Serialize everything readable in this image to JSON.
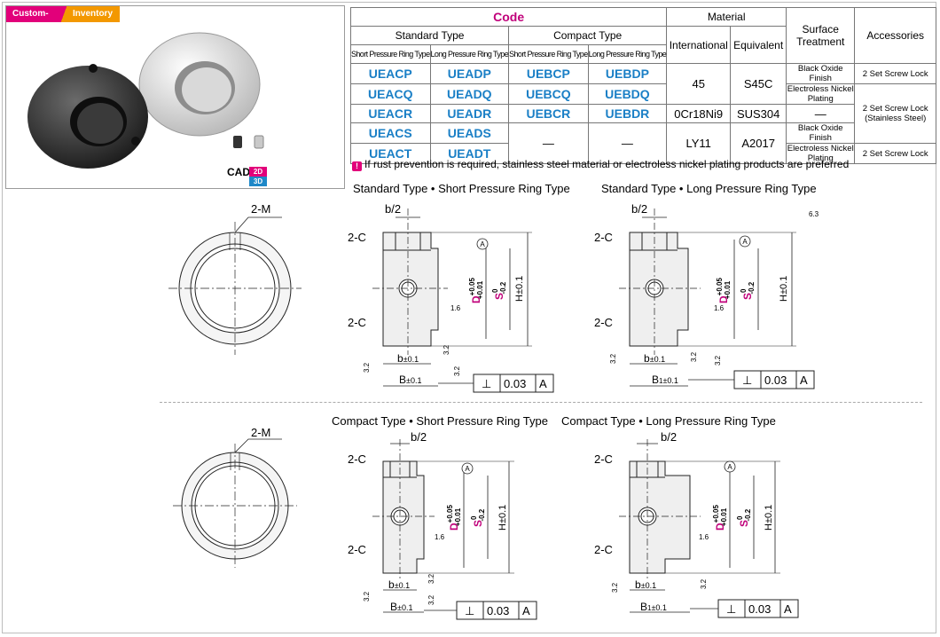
{
  "badges": {
    "custom": "Custom-made",
    "inventory": "Inventory",
    "cad": "CAD",
    "cad_2d": "2D",
    "cad_3d": "3D"
  },
  "table": {
    "code_header": "Code",
    "standard_type": "Standard Type",
    "compact_type": "Compact Type",
    "short_ring": "Short Pressure Ring Type",
    "long_ring": "Long Pressure Ring Type",
    "material": "Material",
    "international": "International",
    "equivalent": "Equivalent",
    "surface": "Surface Treatment",
    "accessories": "Accessories",
    "rows": [
      {
        "c1": "UEACP",
        "c2": "UEADP",
        "c3": "UEBCP",
        "c4": "UEBDP"
      },
      {
        "c1": "UEACQ",
        "c2": "UEADQ",
        "c3": "UEBCQ",
        "c4": "UEBDQ"
      },
      {
        "c1": "UEACR",
        "c2": "UEADR",
        "c3": "UEBCR",
        "c4": "UEBDR"
      },
      {
        "c1": "UEACS",
        "c2": "UEADS",
        "c3": "—",
        "c4": "—"
      },
      {
        "c1": "UEACT",
        "c2": "UEADT"
      }
    ],
    "mat_45": "45",
    "mat_s45c": "S45C",
    "mat_ss": "0Cr18Ni9",
    "mat_sus": "SUS304",
    "mat_ly": "LY11",
    "mat_al": "A2017",
    "surf_black": "Black Oxide Finish",
    "surf_nickel": "Electroless Nickel Plating",
    "surf_dash": "—",
    "acc_2set": "2 Set Screw Lock",
    "acc_2set_ss_a": "2 Set Screw Lock",
    "acc_2set_ss_b": "(Stainless Steel)"
  },
  "note": {
    "icon": "!",
    "text": "If rust prevention is required, stainless steel material or electroless nickel plating products are preferred"
  },
  "drawings": {
    "std_short": "Standard Type • Short Pressure Ring Type",
    "std_long": "Standard Type • Long Pressure Ring Type",
    "cmp_short": "Compact Type • Short Pressure Ring Type",
    "cmp_long": "Compact Type • Long Pressure Ring Type"
  },
  "labels": {
    "two_m": "2-M",
    "two_c": "2-C",
    "b_half": "b/2",
    "datum": "A",
    "b_tol": "b",
    "tol_01": "±0.1",
    "B": "B",
    "B1": "B",
    "sub1": "1",
    "D": "D",
    "D_up": "+0.05",
    "D_lo": "+0.01",
    "S": "S",
    "S_up": "0",
    "S_lo": "-0.2",
    "H": "H±0.1",
    "rough_16": "1.6",
    "rough_32": "3.2",
    "rough_63": "6.3",
    "perp": "⊥",
    "perp_val": "0.03",
    "perp_datum": "A"
  }
}
